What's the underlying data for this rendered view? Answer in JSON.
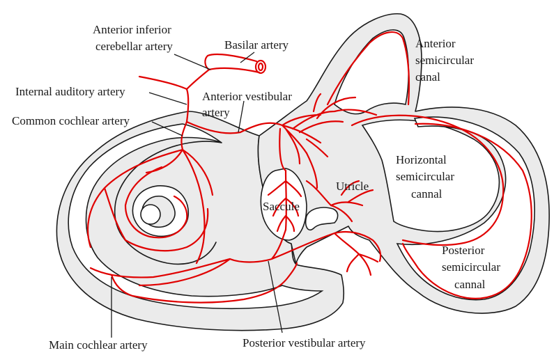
{
  "labels": {
    "anterior_inferior_cerebellar_artery": [
      "Anterior inferior",
      "cerebellar artery"
    ],
    "basilar_artery": "Basilar artery",
    "anterior_semicircular_canal": [
      "Anterior",
      "semicircular",
      "canal"
    ],
    "internal_auditory_artery": "Internal auditory artery",
    "anterior_vestibular_artery": [
      "Anterior vestibular",
      "artery"
    ],
    "common_cochlear_artery": "Common cochlear artery",
    "horizontal_semicircular_canal": [
      "Horizontal",
      "semicircular",
      "cannal"
    ],
    "utricle": "Utricle",
    "saccule": "Saccule",
    "posterior_semicircular_canal": [
      "Posterior",
      "semicircular",
      "cannal"
    ],
    "main_cochlear_artery": "Main cochlear artery",
    "posterior_vestibular_artery": "Posterior vestibular artery"
  },
  "colors": {
    "artery": "#e00000",
    "tissue": "#ebebeb",
    "outline": "#1a1a1a"
  }
}
